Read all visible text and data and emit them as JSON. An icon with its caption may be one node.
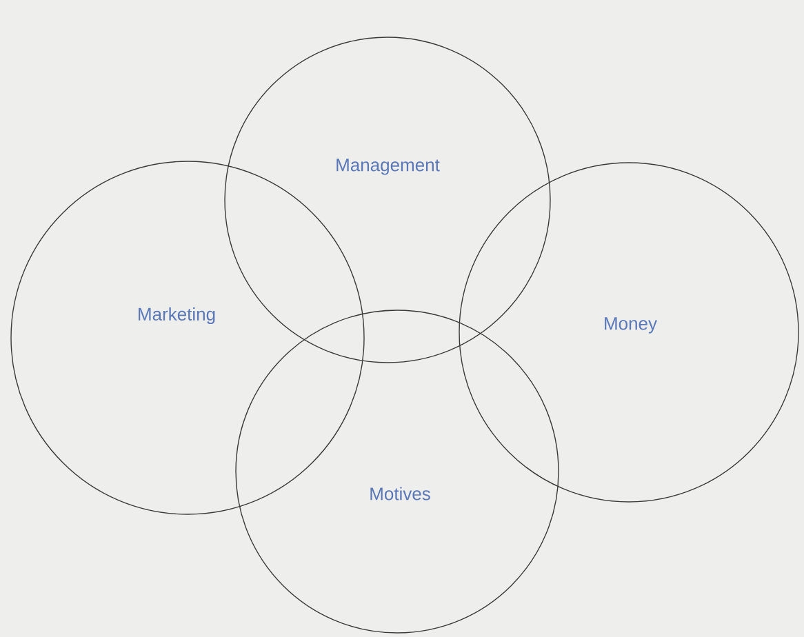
{
  "diagram": {
    "nodes": [
      {
        "text": [
          "Management"
        ]
      },
      {
        "text": [
          "Marketing"
        ]
      },
      {
        "text": [
          "Money"
        ]
      },
      {
        "text": [
          "Motives"
        ]
      }
    ]
  }
}
